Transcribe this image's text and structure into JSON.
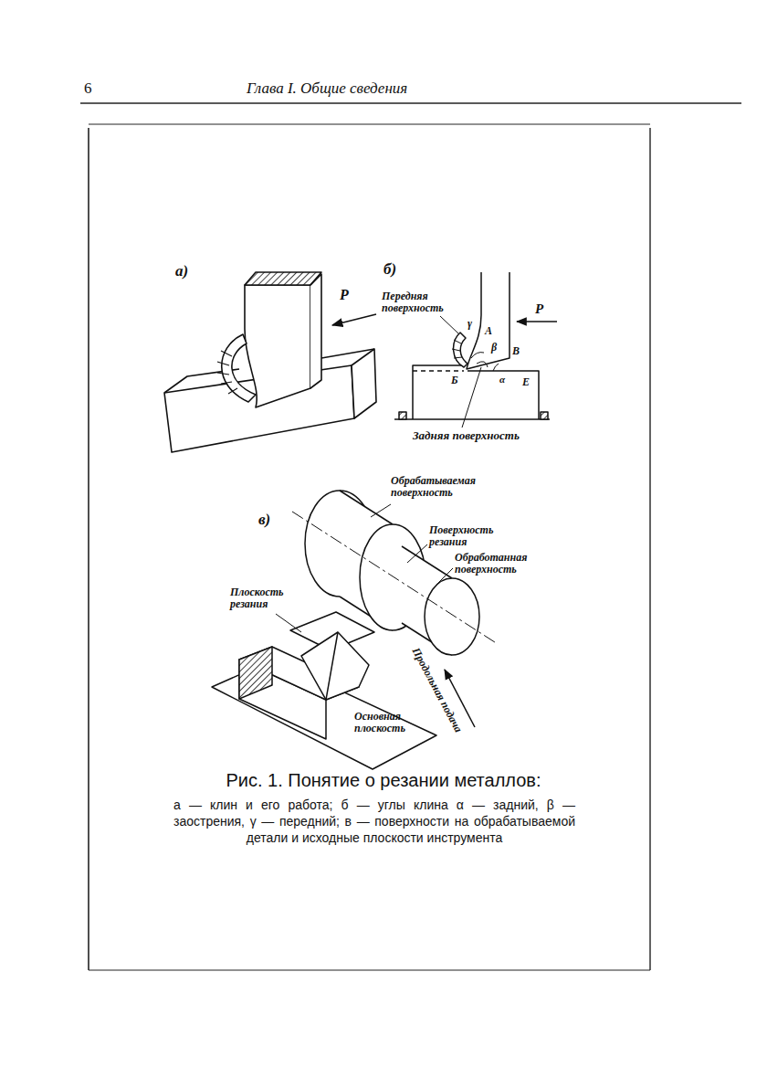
{
  "diagram": {
    "caption": "Рис. 1. Понятие о резании металлов:",
    "labels": [
      "6",
      "Глава I. Общие сведения",
      "а)",
      "P",
      "б)",
      "Передняя поверхность",
      "γ",
      "A",
      "β",
      "P",
      "B",
      "α",
      "Б",
      "E",
      "Задняя поверхность",
      "в)",
      "Обрабатываемая поверхность",
      "Поверхность резания",
      "Обработанная поверхность",
      "Плоскость резания",
      "Продольная подача",
      "Основная плоскость",
      "а — клин и его работа; б — углы клина α — задний, β — заострения, γ — передний; в — поверхности на обрабатываемой детали и исходные плоскости инструмента"
    ]
  }
}
